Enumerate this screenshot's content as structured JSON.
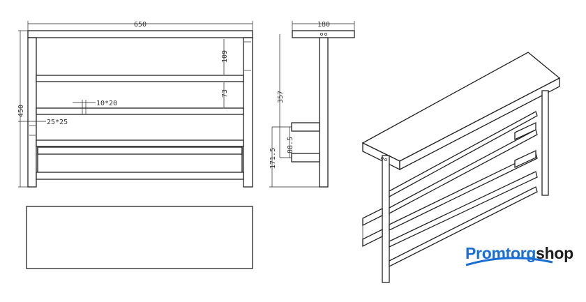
{
  "dimensions": {
    "width": "650",
    "height": "450",
    "depth": "180",
    "top_gap": "109",
    "rail_gap": "73",
    "rail_profile": "10*20",
    "leg_profile": "25*25",
    "hook_height": "357",
    "hook_bottom": "171.5",
    "hook_spacing": "88.5"
  },
  "logo": {
    "part1": "Promtorg",
    "part2": "shop",
    "accent_color": "#1a6fd6"
  }
}
